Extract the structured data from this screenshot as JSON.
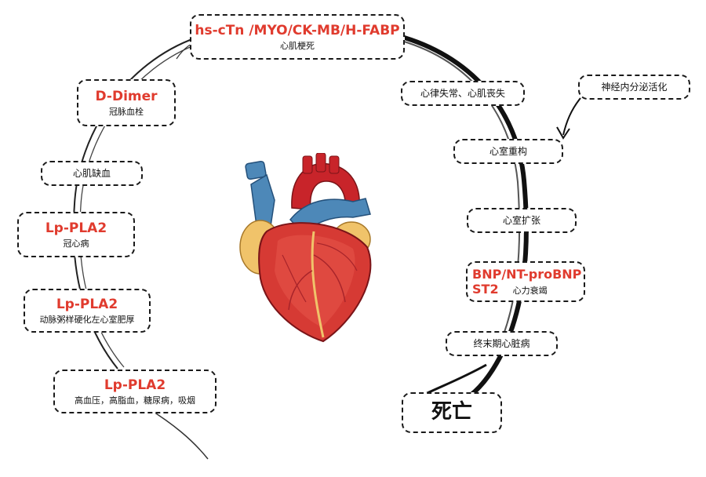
{
  "colors": {
    "marker": "#e03b2e",
    "text": "#111111",
    "border": "#1a1a1a"
  },
  "heart_icon": "heart-anatomical-icon",
  "left_chain": [
    {
      "marker": "hs-cTn /MYO/CK-MB/H-FABP",
      "label": "心肌梗死"
    },
    {
      "marker": "D-Dimer",
      "label": "冠脉血栓"
    },
    {
      "marker": "",
      "label": "心肌缺血"
    },
    {
      "marker": "Lp-PLA2",
      "label": "冠心病"
    },
    {
      "marker": "Lp-PLA2",
      "label": "动脉粥样硬化左心室肥厚"
    },
    {
      "marker": "Lp-PLA2",
      "label": "高血压，高脂血，糖尿病，吸烟"
    }
  ],
  "right_chain": [
    {
      "label": "心律失常、心肌丧失"
    },
    {
      "label": "神经内分泌活化"
    },
    {
      "label": "心室重构"
    },
    {
      "label": "心室扩张"
    },
    {
      "marker_line1": "BNP/NT-proBNP",
      "marker_line2": "ST2",
      "label": "心力衰竭"
    },
    {
      "label": "终末期心脏病"
    },
    {
      "label": "死亡"
    }
  ]
}
